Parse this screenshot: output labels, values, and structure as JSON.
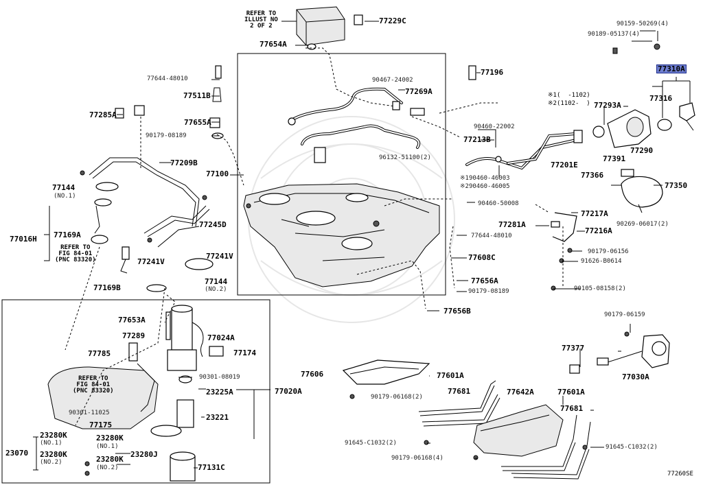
{
  "diagram": {
    "code": "77260SE",
    "highlight_color": "#6f7fd0",
    "labels": [
      {
        "id": "ref-illust",
        "text": "REFER TO\nILLUST NO\n2 OF 2",
        "kind": "ref"
      },
      {
        "id": "p77229c",
        "text": "77229C"
      },
      {
        "id": "p77654a",
        "text": "77654A"
      },
      {
        "id": "p90159",
        "text": "90159-50269(4)",
        "kind": "code"
      },
      {
        "id": "p90189",
        "text": "90189-05137(4)",
        "kind": "code"
      },
      {
        "id": "p77310a",
        "text": "77310A",
        "kind": "highlight"
      },
      {
        "id": "p77644a",
        "text": "77644-48010",
        "kind": "code"
      },
      {
        "id": "p77196",
        "text": "77196"
      },
      {
        "id": "p90467",
        "text": "90467-24002",
        "kind": "code"
      },
      {
        "id": "p77269a",
        "text": "77269A"
      },
      {
        "id": "p77511b",
        "text": "77511B"
      },
      {
        "id": "note1",
        "text": "※1(  -1102)",
        "kind": "note"
      },
      {
        "id": "note2",
        "text": "※2(1102-  )",
        "kind": "note"
      },
      {
        "id": "p77316",
        "text": "77316"
      },
      {
        "id": "p77293a",
        "text": "77293A"
      },
      {
        "id": "p77285a",
        "text": "77285A"
      },
      {
        "id": "p77655a",
        "text": "77655A"
      },
      {
        "id": "p90179a",
        "text": "90179-08189",
        "kind": "code"
      },
      {
        "id": "p90460a",
        "text": "90460-22002",
        "kind": "code"
      },
      {
        "id": "p77213b",
        "text": "77213B"
      },
      {
        "id": "p77290",
        "text": "77290"
      },
      {
        "id": "p96132",
        "text": "96132-51100(2)",
        "kind": "code"
      },
      {
        "id": "p77201e",
        "text": "77201E"
      },
      {
        "id": "p77391",
        "text": "77391"
      },
      {
        "id": "p77209b",
        "text": "77209B"
      },
      {
        "id": "p77100",
        "text": "77100"
      },
      {
        "id": "p190460",
        "text": "※190460-46003",
        "kind": "code"
      },
      {
        "id": "p290460",
        "text": "※290460-46005",
        "kind": "code"
      },
      {
        "id": "p77366",
        "text": "77366"
      },
      {
        "id": "p77350",
        "text": "77350"
      },
      {
        "id": "p77144a",
        "text": "77144"
      },
      {
        "id": "p77144a-no",
        "text": "(NO.1)",
        "kind": "code"
      },
      {
        "id": "p90460b",
        "text": "90460-50008",
        "kind": "code"
      },
      {
        "id": "p77217a",
        "text": "77217A"
      },
      {
        "id": "p90269",
        "text": "90269-06017(2)",
        "kind": "code"
      },
      {
        "id": "p77245d",
        "text": "77245D"
      },
      {
        "id": "p77169a",
        "text": "77169A"
      },
      {
        "id": "p77281a",
        "text": "77281A"
      },
      {
        "id": "p77216a",
        "text": "77216A"
      },
      {
        "id": "p77016h",
        "text": "77016H"
      },
      {
        "id": "ref-fig1",
        "text": "REFER TO\nFIG 84-01\n(PNC 83320)",
        "kind": "ref"
      },
      {
        "id": "p77644b",
        "text": "77644-48010",
        "kind": "code"
      },
      {
        "id": "p90179b",
        "text": "90179-06156",
        "kind": "code"
      },
      {
        "id": "p77241v-l",
        "text": "77241V"
      },
      {
        "id": "p77241v-r",
        "text": "77241V"
      },
      {
        "id": "p77608c",
        "text": "77608C"
      },
      {
        "id": "p91626",
        "text": "91626-B0614",
        "kind": "code"
      },
      {
        "id": "p77144b",
        "text": "77144"
      },
      {
        "id": "p77144b-no",
        "text": "(NO.2)",
        "kind": "code"
      },
      {
        "id": "p77656a",
        "text": "77656A"
      },
      {
        "id": "p77169b",
        "text": "77169B"
      },
      {
        "id": "p90179c",
        "text": "90179-08189",
        "kind": "code"
      },
      {
        "id": "p90105",
        "text": "90105-08158(2)",
        "kind": "code"
      },
      {
        "id": "p77656b",
        "text": "77656B"
      },
      {
        "id": "p90179d",
        "text": "90179-06159",
        "kind": "code"
      },
      {
        "id": "p77653a",
        "text": "77653A"
      },
      {
        "id": "p77024a",
        "text": "77024A"
      },
      {
        "id": "p77289",
        "text": "77289"
      },
      {
        "id": "p77377",
        "text": "77377"
      },
      {
        "id": "p77785",
        "text": "77785"
      },
      {
        "id": "p77174",
        "text": "77174"
      },
      {
        "id": "p77030a",
        "text": "77030A"
      },
      {
        "id": "p77606",
        "text": "77606"
      },
      {
        "id": "p77601a-l",
        "text": "77601A"
      },
      {
        "id": "ref-fig2",
        "text": "REFER TO\nFIG 84-01\n(PNC 83320)",
        "kind": "ref"
      },
      {
        "id": "p90301a",
        "text": "90301-08019",
        "kind": "code"
      },
      {
        "id": "p77020a",
        "text": "77020A"
      },
      {
        "id": "p77681-l",
        "text": "77681"
      },
      {
        "id": "p77642a",
        "text": "77642A"
      },
      {
        "id": "p77601a-r",
        "text": "77601A"
      },
      {
        "id": "p23225a",
        "text": "23225A"
      },
      {
        "id": "p90179e",
        "text": "90179-06168(2)",
        "kind": "code"
      },
      {
        "id": "p77681-r",
        "text": "77681"
      },
      {
        "id": "p90301b",
        "text": "90301-11025",
        "kind": "code"
      },
      {
        "id": "p23221",
        "text": "23221"
      },
      {
        "id": "p77175",
        "text": "77175"
      },
      {
        "id": "p23280k-1",
        "text": "23280K"
      },
      {
        "id": "p23280k-2",
        "text": "23280K"
      },
      {
        "id": "p23280k-2no",
        "text": "(NO.1)",
        "kind": "code"
      },
      {
        "id": "p23280k-1no",
        "text": "(NO.1)",
        "kind": "code"
      },
      {
        "id": "p23070",
        "text": "23070"
      },
      {
        "id": "p23280k-3",
        "text": "23280K"
      },
      {
        "id": "p23280j",
        "text": "23280J"
      },
      {
        "id": "p23280k-4",
        "text": "23280K"
      },
      {
        "id": "p23280k-3no",
        "text": "(NO.2)",
        "kind": "code"
      },
      {
        "id": "p23280k-4no",
        "text": "(NO.2)",
        "kind": "code"
      },
      {
        "id": "p91645-l",
        "text": "91645-C1032(2)",
        "kind": "code"
      },
      {
        "id": "p91645-r",
        "text": "91645-C1032(2)",
        "kind": "code"
      },
      {
        "id": "p90179f",
        "text": "90179-06168(4)",
        "kind": "code"
      },
      {
        "id": "p77131c",
        "text": "77131C"
      }
    ]
  }
}
